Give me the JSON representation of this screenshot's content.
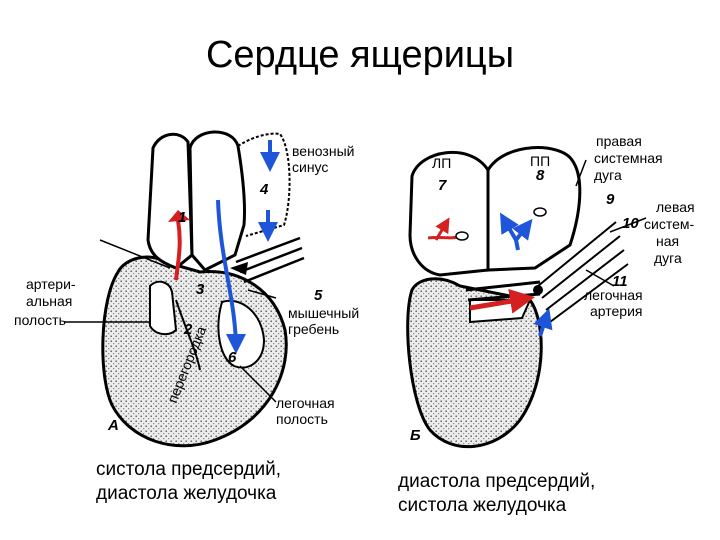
{
  "title": "Сердце ящерицы",
  "left": {
    "venous_sinus": [
      "венозный",
      "синус"
    ],
    "arterial_cavity": [
      "артери-",
      "альная",
      "полость"
    ],
    "septum": "перегородка",
    "muscular_ridge": [
      "мышечный",
      "гребень"
    ],
    "pulmonary_cavity": [
      "легочная",
      "полость"
    ],
    "panel_letter": "А",
    "numbers": {
      "n1": "1",
      "n2": "2",
      "n3": "3",
      "n4": "4",
      "n5": "5",
      "n6": "6"
    },
    "caption": [
      "систола предсердий,",
      "диастола желудочка"
    ]
  },
  "right": {
    "left_atrium": "ЛП",
    "right_atrium": "ПП",
    "right_arch": [
      "правая",
      "системная",
      "дуга"
    ],
    "left_arch": [
      "левая",
      "систем-",
      "ная",
      "дуга"
    ],
    "pulmonary_artery": [
      "легочная",
      "артерия"
    ],
    "panel_letter": "Б",
    "numbers": {
      "n7": "7",
      "n8": "8",
      "n9": "9",
      "n10": "10",
      "n11": "11"
    },
    "caption": [
      "диастола предсердий,",
      "систола желудочка"
    ]
  },
  "colors": {
    "outline": "#000000",
    "red_flow": "#d42020",
    "blue_flow": "#1f55d8",
    "stipple": "#cfcfcf"
  }
}
